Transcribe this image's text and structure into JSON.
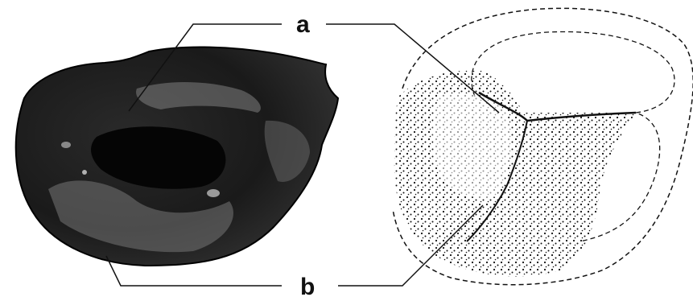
{
  "figure": {
    "labels": {
      "a": "a",
      "b": "b"
    },
    "colors": {
      "ink": "#111111",
      "background": "#ffffff",
      "specimen_dark": "#1a1a1a",
      "specimen_mid": "#555555"
    },
    "panels": [
      {
        "id": "photograph",
        "description_name": "specimen-photograph"
      },
      {
        "id": "drawing",
        "description_name": "stippled-reconstruction"
      }
    ]
  }
}
